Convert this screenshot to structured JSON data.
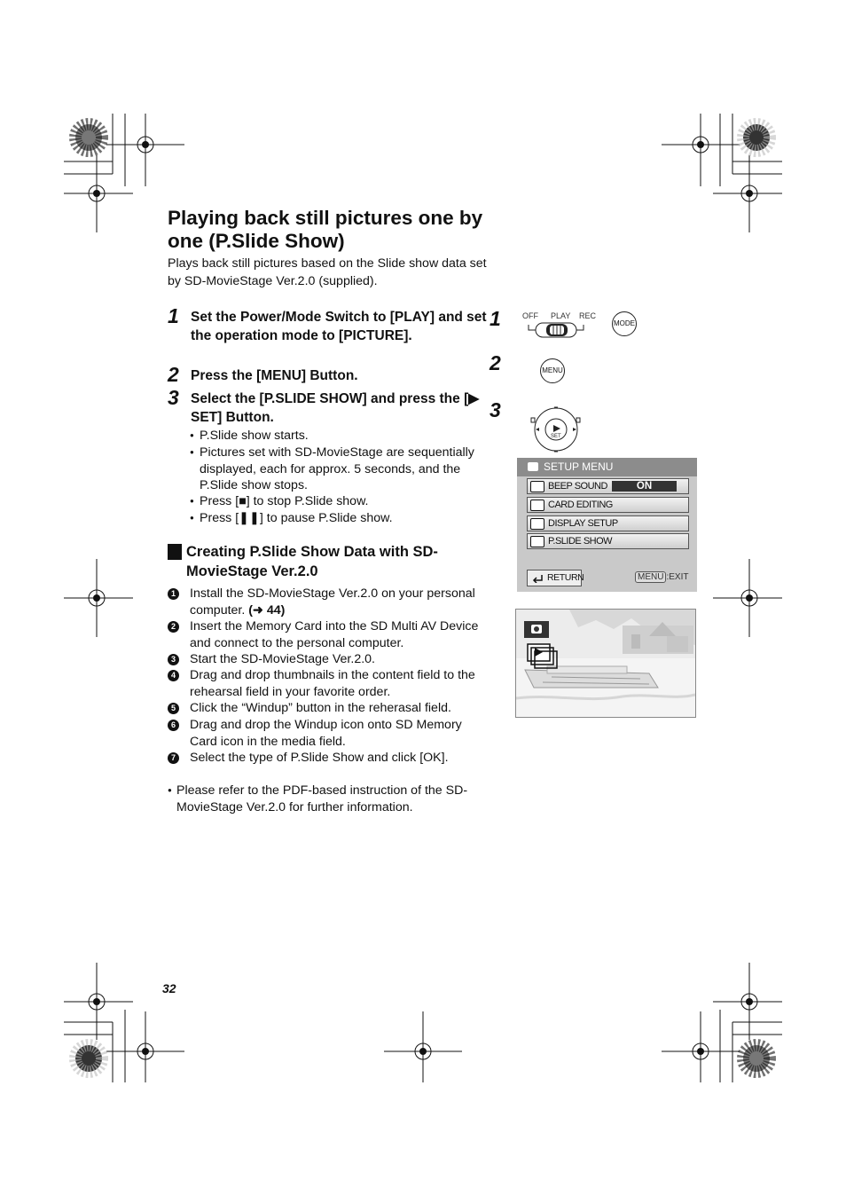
{
  "title": "Playing back still pictures one by one (P.Slide Show)",
  "intro": "Plays back still pictures based on the Slide show data set by SD-MovieStage Ver.2.0 (supplied).",
  "steps": [
    {
      "num": "1",
      "text": "Set the Power/Mode Switch to [PLAY] and set the operation mode to [PICTURE]."
    },
    {
      "num": "2",
      "text": "Press the [MENU] Button."
    },
    {
      "num": "3",
      "text": "Select the [P.SLIDE SHOW] and press the [▶ SET] Button."
    }
  ],
  "step3_bullets": [
    "P.Slide show starts.",
    "Pictures set with SD-MovieStage are sequentially displayed, each for approx. 5 seconds, and the P.Slide show stops.",
    "Press [■] to stop P.Slide show.",
    "Press [❚❚] to pause P.Slide show."
  ],
  "section": {
    "heading": "Creating P.Slide Show Data with SD-MovieStage Ver.2.0",
    "items": [
      {
        "num": "1",
        "text": "Install the SD-MovieStage Ver.2.0 on your personal computer.",
        "ref": "(➜ 44)"
      },
      {
        "num": "2",
        "text": "Insert the Memory Card into the SD Multi AV Device and connect to the personal computer.",
        "ref": ""
      },
      {
        "num": "3",
        "text": "Start the SD-MovieStage Ver.2.0.",
        "ref": ""
      },
      {
        "num": "4",
        "text": "Drag and drop thumbnails in the content field to the rehearsal field in your favorite order.",
        "ref": ""
      },
      {
        "num": "5",
        "text": "Click the “Windup” button in the reherasal field.",
        "ref": ""
      },
      {
        "num": "6",
        "text": "Drag and drop the Windup icon onto SD Memory Card icon in the media field.",
        "ref": ""
      },
      {
        "num": "7",
        "text": "Select the type of P.Slide Show and click [OK].",
        "ref": ""
      }
    ]
  },
  "note": "Please refer to the PDF-based instruction of the SD-MovieStage Ver.2.0 for further information.",
  "page_number": "32",
  "illustrations": {
    "step_labels": [
      "1",
      "2",
      "3"
    ],
    "switch_labels": [
      "OFF",
      "PLAY",
      "REC"
    ],
    "mode_button": "MODE",
    "menu_button": "MENU",
    "set_label": "SET",
    "setup_menu": {
      "header": "SETUP MENU",
      "rows": [
        {
          "label": "BEEP SOUND",
          "value": "ON"
        },
        {
          "label": "CARD EDITING",
          "value": ""
        },
        {
          "label": "DISPLAY SETUP",
          "value": ""
        },
        {
          "label": "P.SLIDE SHOW",
          "value": ""
        }
      ],
      "return_label": "RETURN",
      "exit_key": "MENU",
      "exit_label": ":EXIT"
    }
  }
}
